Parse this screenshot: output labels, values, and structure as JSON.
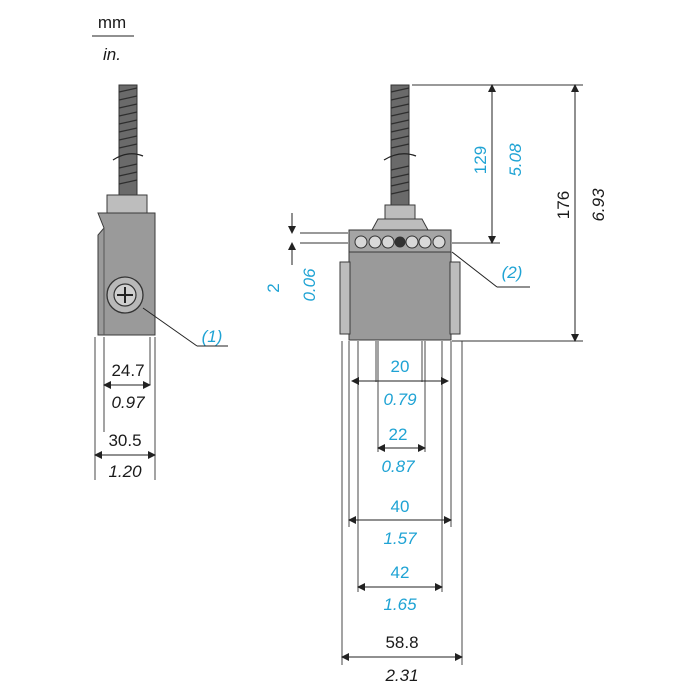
{
  "units": {
    "metric": "mm",
    "imperial": "in."
  },
  "callouts": {
    "c1": "(1)",
    "c2": "(2)"
  },
  "side_view": {
    "d1": {
      "mm": "24.7",
      "in": "0.97"
    },
    "d2": {
      "mm": "30.5",
      "in": "1.20"
    }
  },
  "front_view": {
    "height_total": {
      "mm": "176",
      "in": "6.93"
    },
    "height_rod": {
      "mm": "129",
      "in": "5.08"
    },
    "gap": {
      "mm": "2",
      "in": "0.06"
    },
    "w20": {
      "mm": "20",
      "in": "0.79"
    },
    "w22": {
      "mm": "22",
      "in": "0.87"
    },
    "w40": {
      "mm": "40",
      "in": "1.57"
    },
    "w42": {
      "mm": "42",
      "in": "1.65"
    },
    "w588": {
      "mm": "58.8",
      "in": "2.31"
    }
  },
  "colors": {
    "metric_text": "#1fa3d4",
    "black_text": "#1a1a1a",
    "body": "#9a9a9a"
  }
}
